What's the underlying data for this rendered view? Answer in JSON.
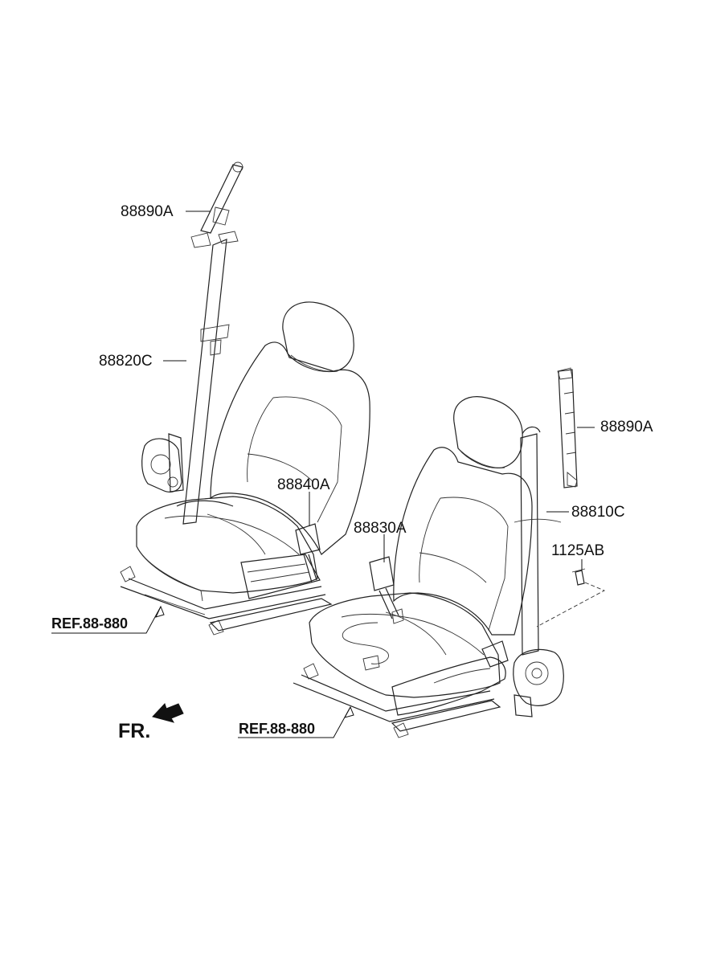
{
  "labels": {
    "rear_upper_anchor": "88890A",
    "rear_belt": "88820C",
    "rear_buckle": "88840A",
    "front_buckle": "88830A",
    "front_upper_anchor": "88890A",
    "front_belt": "88810C",
    "bolt": "1125AB",
    "ref_left": "REF.88-880",
    "ref_right": "REF.88-880",
    "direction": "FR."
  }
}
